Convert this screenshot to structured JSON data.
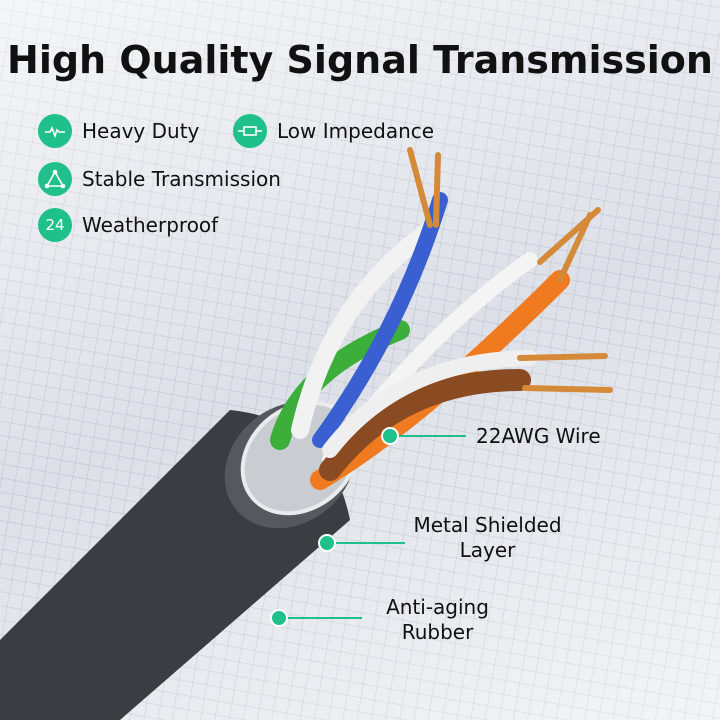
{
  "title": "High Quality Signal Transmission",
  "features": [
    {
      "icon": "heartbeat-bolt-icon",
      "label": "Heavy Duty"
    },
    {
      "icon": "resistor-icon",
      "label": "Low Impedance"
    },
    {
      "icon": "triangle-nodes-icon",
      "label": "Stable Transmission"
    },
    {
      "icon": "24",
      "label": "Weatherproof"
    }
  ],
  "callouts": {
    "wire": "22AWG Wire",
    "shield_1": "Metal Shielded",
    "shield_2": "Layer",
    "rubber_1": "Anti-aging",
    "rubber_2": "Rubber"
  },
  "colors": {
    "accent": "#1fc08a"
  }
}
